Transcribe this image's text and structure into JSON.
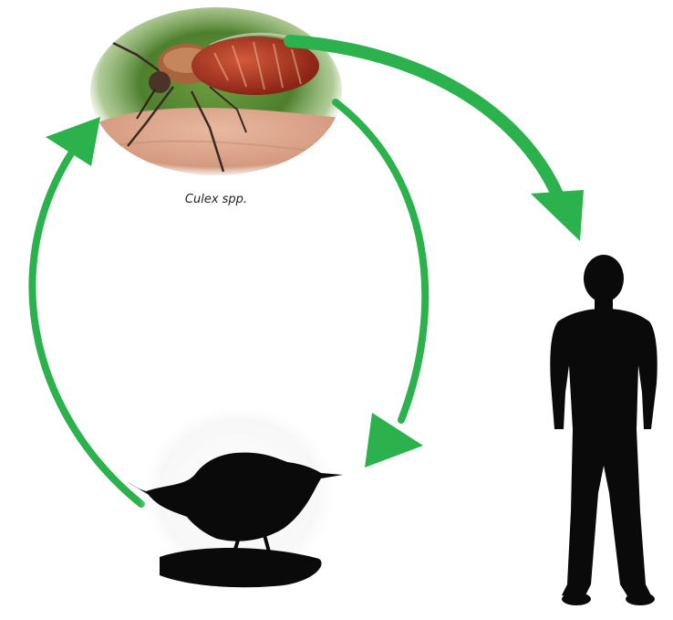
{
  "diagram": {
    "vector_label": "Culex spp.",
    "colors": {
      "arrow": "#2bb24c",
      "silhouette": "#0a0a0a",
      "skin": "#d9a48a",
      "mosquito_body": "#b23a22",
      "background_green": "#5c8f3a"
    },
    "nodes": [
      {
        "id": "mosquito",
        "icon": "mosquito-photo"
      },
      {
        "id": "bird",
        "icon": "bird-silhouette"
      },
      {
        "id": "human",
        "icon": "human-silhouette"
      }
    ],
    "edges": [
      {
        "from": "mosquito",
        "to": "human"
      },
      {
        "from": "mosquito",
        "to": "bird"
      },
      {
        "from": "bird",
        "to": "mosquito"
      }
    ]
  }
}
